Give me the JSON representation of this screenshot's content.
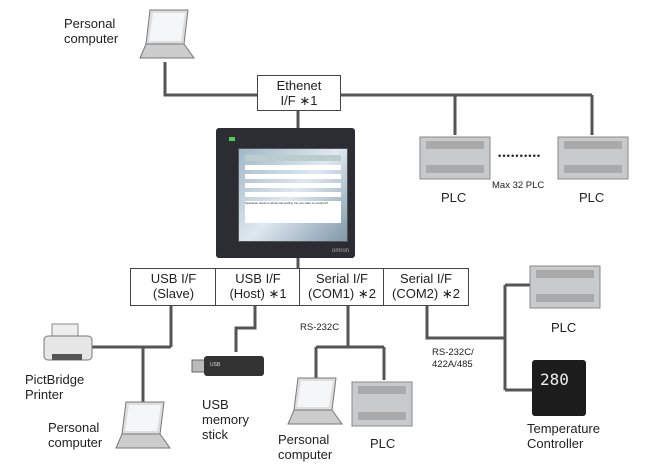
{
  "top_pc": {
    "label": "Personal computer"
  },
  "ethernet": {
    "line1": "Ethenet",
    "line2": "I/F ∗1"
  },
  "plc_top": {
    "left_label": "PLC",
    "right_label": "PLC",
    "dots": "••••••••••",
    "max_note": "Max 32 PLC"
  },
  "hmi": {
    "brand": "omron",
    "dialog": "Operation stand-in abnormal setting. Do you want to continue?"
  },
  "interfaces": [
    {
      "line1": "USB I/F",
      "line2": "(Slave)"
    },
    {
      "line1": "USB I/F",
      "line2": "(Host) ∗1"
    },
    {
      "line1": "Serial I/F",
      "line2": "(COM1) ∗2"
    },
    {
      "line1": "Serial I/F",
      "line2": "(COM2) ∗2"
    }
  ],
  "slave": {
    "printer": "PictBridge Printer",
    "pc": "Personal computer"
  },
  "host": {
    "stick": "USB memory stick"
  },
  "com1": {
    "protocol": "RS-232C",
    "pc": "Personal computer",
    "plc": "PLC"
  },
  "com2": {
    "protocol": "RS-232C/ 422A/485",
    "plc": "PLC",
    "temp": "Temperature Controller",
    "temp_display": "280"
  },
  "colors": {
    "line": "#555555",
    "hmi_frame": "#2b2d33",
    "plc_body": "#c8cacc"
  }
}
